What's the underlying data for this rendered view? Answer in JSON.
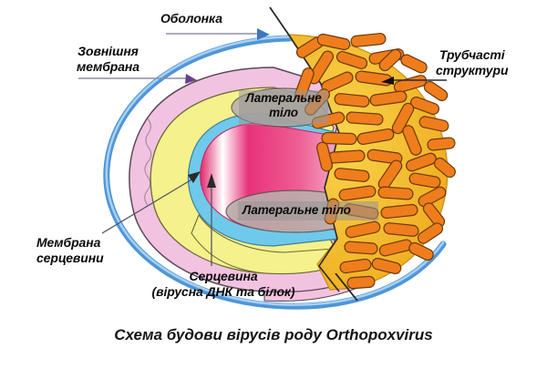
{
  "figure": {
    "title": "Схема будови вірусів роду Orthopoxvirus",
    "language": "uk",
    "background_color": "#ffffff"
  },
  "labels": {
    "envelope": "Оболонка",
    "outer_membrane_line1": "Зовнішня",
    "outer_membrane_line2": "мембрана",
    "tubular_line1": "Трубчасті",
    "tubular_line2": "структури",
    "lateral_body_upper_line1": "Латеральне",
    "lateral_body_upper_line2": "тіло",
    "lateral_body_lower": "Латеральне тіло",
    "core_membrane_line1": "Мембрана",
    "core_membrane_line2": "серцевини",
    "core_line1": "Серцевина",
    "core_line2": "(вірусна ДНК та білок)"
  },
  "colors": {
    "envelope_blue": "#4f96d8",
    "envelope_blue_light": "#9fc8ec",
    "outer_membrane_pink": "#f0bedd",
    "lateral_yellow": "#f4f08a",
    "core_membrane_cyan": "#6ec7e8",
    "core_crimson": "#e02a6e",
    "core_crimson_light": "#f6a8c4",
    "tubule_orange": "#ef7d1c",
    "tubule_bed_yellow": "#f5c518",
    "label_box_grey": "#969696",
    "text_black": "#0a0a0a",
    "leader_grey": "#8e8ea8",
    "leader_dark": "#2a2a2a"
  },
  "structure_parts": [
    "Оболонка",
    "Зовнішня мембрана",
    "Латеральне тіло",
    "Мембрана серцевини",
    "Серцевина (вірусна ДНК та білок)",
    "Трубчасті структури"
  ]
}
